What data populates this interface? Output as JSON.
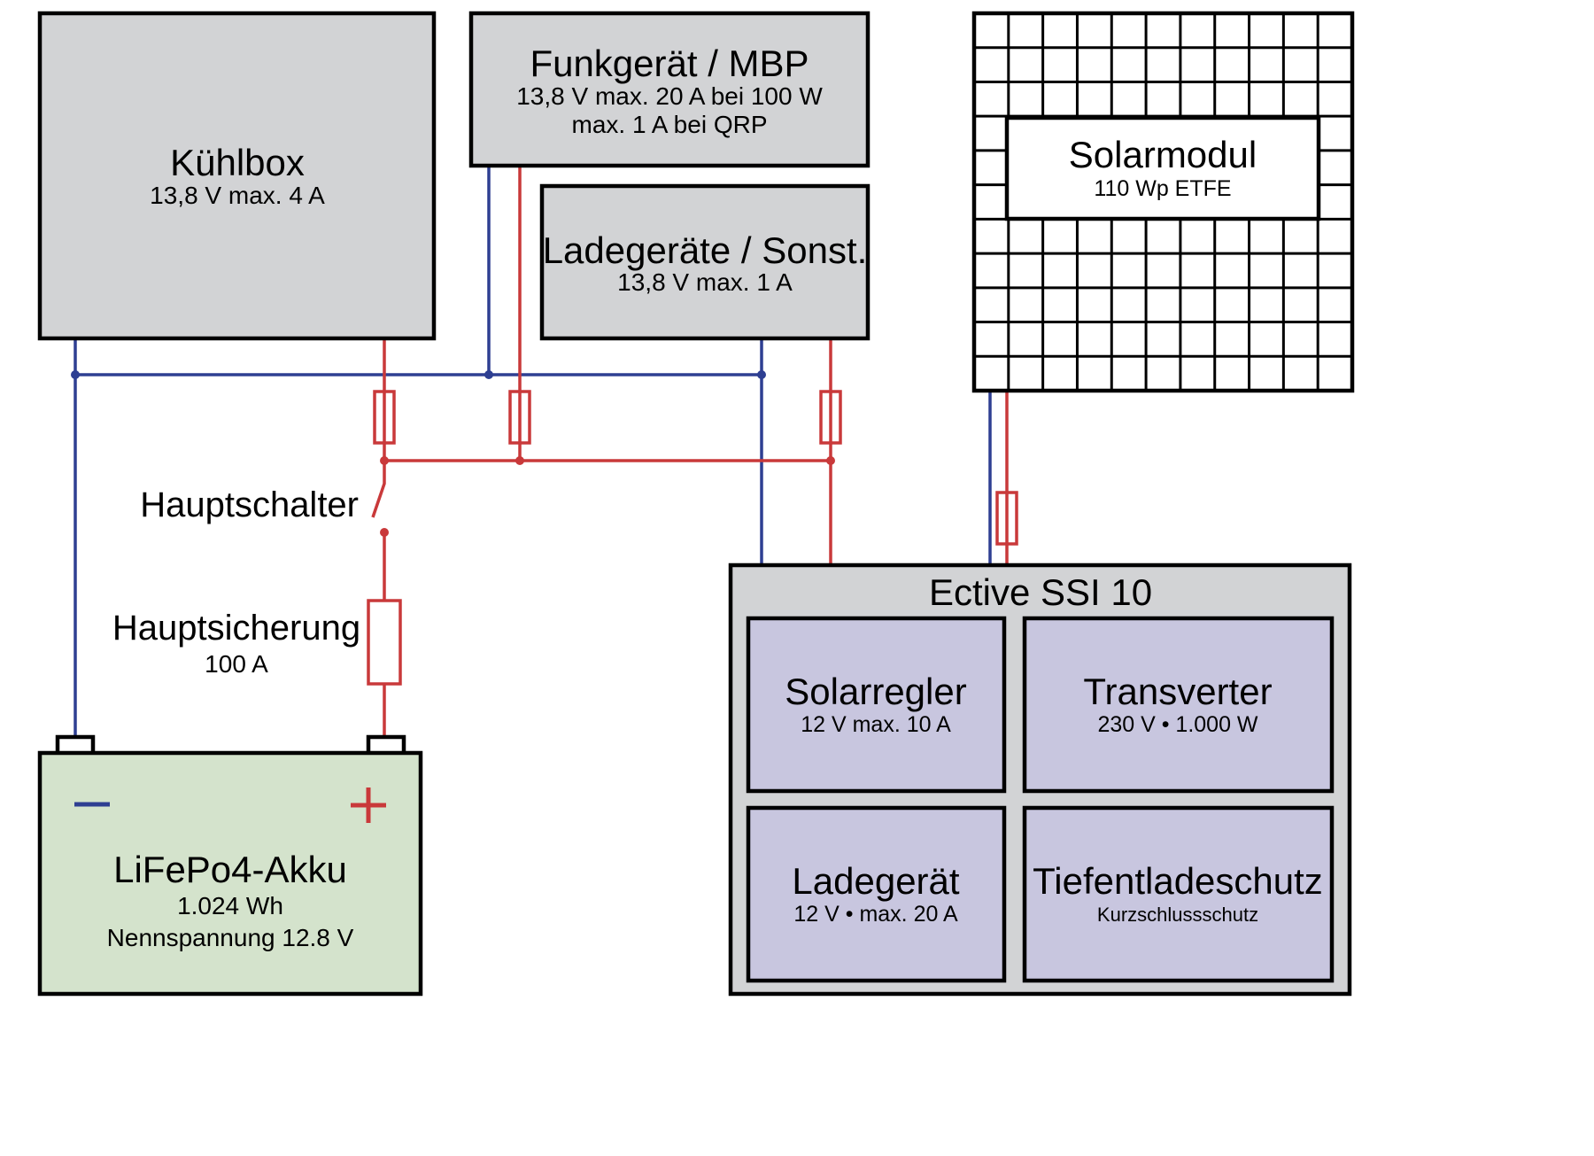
{
  "colors": {
    "negative_wire": "#2e3f92",
    "positive_wire": "#c9393a",
    "device_fill": "#d2d3d5",
    "ective_module_fill": "#c8c6df",
    "battery_fill": "#d4e3cc"
  },
  "devices": {
    "kuehlbox": {
      "title": "Kühlbox",
      "spec": "13,8 V max. 4 A"
    },
    "funkgeraet": {
      "title": "Funkgerät / MBP",
      "spec_line1": "13,8 V max. 20 A bei 100 W",
      "spec_line2": "max. 1 A bei QRP"
    },
    "ladegeraete": {
      "title": "Ladegeräte / Sonst.",
      "spec": "13,8 V max. 1 A"
    },
    "solarmodul": {
      "title": "Solarmodul",
      "spec": "110 Wp ETFE",
      "grid_columns": 11,
      "grid_rows": 11
    }
  },
  "switch": {
    "label": "Hauptschalter"
  },
  "main_fuse": {
    "label": "Hauptsicherung",
    "rating": "100 A"
  },
  "battery": {
    "title": "LiFePo4-Akku",
    "capacity": "1.024 Wh",
    "voltage": "Nennspannung 12.8 V",
    "negative_symbol": "−",
    "positive_symbol": "+"
  },
  "ective": {
    "title": "Ective SSI 10",
    "modules": [
      {
        "title": "Solarregler",
        "spec": "12 V max. 10 A"
      },
      {
        "title": "Transverter",
        "spec": "230 V • 1.000 W"
      },
      {
        "title": "Ladegerät",
        "spec": "12 V • max. 20 A"
      },
      {
        "title": "Tiefentladeschutz",
        "spec": "Kurzschlussschutz"
      }
    ]
  }
}
